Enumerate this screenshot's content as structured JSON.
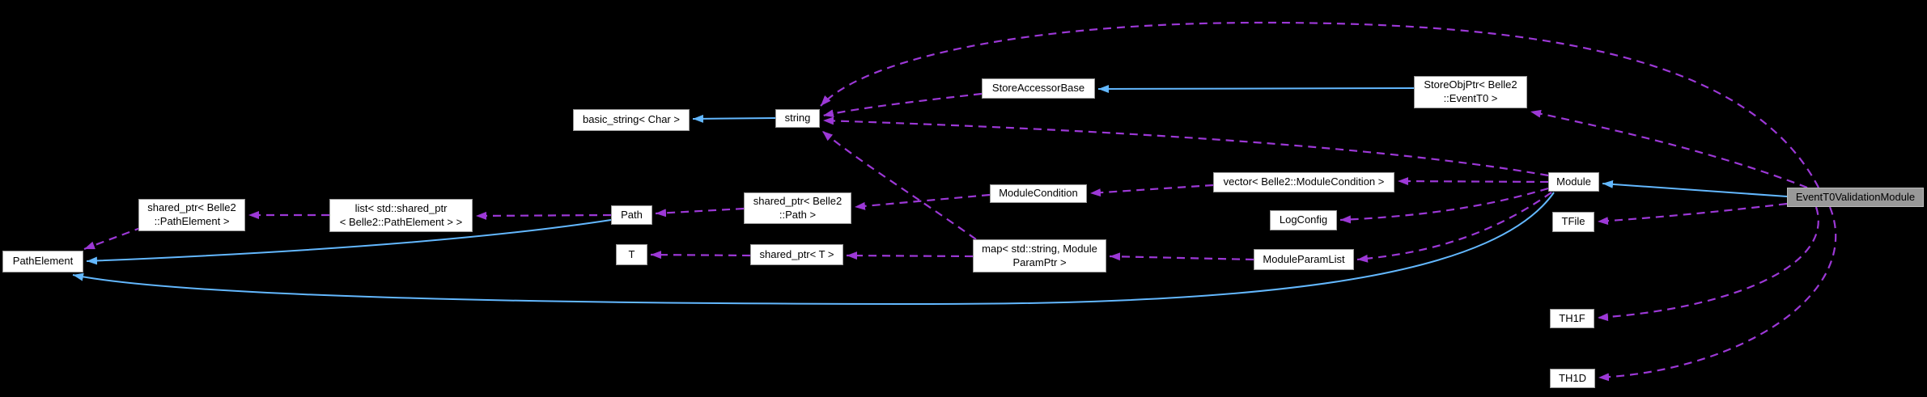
{
  "colors": {
    "background": "#000000",
    "node_fill": "#ffffff",
    "node_border": "#9a9a9a",
    "highlight_node_fill": "#999999",
    "inheritance_edge_blue": "#63b8ff",
    "usage_edge_purple": "#9c38d6",
    "node_text": "#000000"
  },
  "nodes": {
    "pathelement": {
      "label": "PathElement"
    },
    "sp_pathelement": {
      "label": "shared_ptr< Belle2\n::PathElement >"
    },
    "list_pathelement": {
      "label": "list< std::shared_ptr\n< Belle2::PathElement > >"
    },
    "basic_string": {
      "label": "basic_string< Char >"
    },
    "path": {
      "label": "Path"
    },
    "t": {
      "label": "T"
    },
    "string": {
      "label": "string"
    },
    "sp_path": {
      "label": "shared_ptr< Belle2\n::Path >"
    },
    "sp_t": {
      "label": "shared_ptr< T >"
    },
    "map_param": {
      "label": "map< std::string, Module\nParamPtr >"
    },
    "modulecondition": {
      "label": "ModuleCondition"
    },
    "storeaccessorbase": {
      "label": "StoreAccessorBase"
    },
    "vector_modulecondition": {
      "label": "vector< Belle2::ModuleCondition >"
    },
    "logconfig": {
      "label": "LogConfig"
    },
    "moduleparamlist": {
      "label": "ModuleParamList"
    },
    "storeobjptr": {
      "label": "StoreObjPtr< Belle2\n::EventT0 >"
    },
    "module": {
      "label": "Module"
    },
    "tfile": {
      "label": "TFile"
    },
    "th1f": {
      "label": "TH1F"
    },
    "th1d": {
      "label": "TH1D"
    },
    "eventt0validationmodule": {
      "label": "EventT0ValidationModule"
    }
  },
  "edges": {
    "inheritance_solid_blue": [
      {
        "from": "string",
        "to": "basic_string"
      },
      {
        "from": "storeobjptr",
        "to": "storeaccessorbase"
      },
      {
        "from": "eventt0validationmodule",
        "to": "module"
      },
      {
        "from": "path",
        "to": "pathelement"
      },
      {
        "from": "module",
        "to": "pathelement"
      }
    ],
    "usage_dashed_purple": [
      {
        "from": "sp_pathelement",
        "to": "pathelement"
      },
      {
        "from": "list_pathelement",
        "to": "sp_pathelement"
      },
      {
        "from": "path",
        "to": "list_pathelement"
      },
      {
        "from": "sp_path",
        "to": "path"
      },
      {
        "from": "modulecondition",
        "to": "sp_path"
      },
      {
        "from": "vector_modulecondition",
        "to": "modulecondition"
      },
      {
        "from": "module",
        "to": "vector_modulecondition"
      },
      {
        "from": "module",
        "to": "logconfig"
      },
      {
        "from": "module",
        "to": "moduleparamlist"
      },
      {
        "from": "moduleparamlist",
        "to": "map_param"
      },
      {
        "from": "map_param",
        "to": "sp_t"
      },
      {
        "from": "sp_t",
        "to": "t"
      },
      {
        "from": "map_param",
        "to": "string"
      },
      {
        "from": "module",
        "to": "string"
      },
      {
        "from": "storeaccessorbase",
        "to": "string"
      },
      {
        "from": "eventt0validationmodule",
        "to": "string"
      },
      {
        "from": "eventt0validationmodule",
        "to": "storeobjptr"
      },
      {
        "from": "eventt0validationmodule",
        "to": "tfile"
      },
      {
        "from": "eventt0validationmodule",
        "to": "th1f"
      },
      {
        "from": "eventt0validationmodule",
        "to": "th1d"
      }
    ]
  }
}
